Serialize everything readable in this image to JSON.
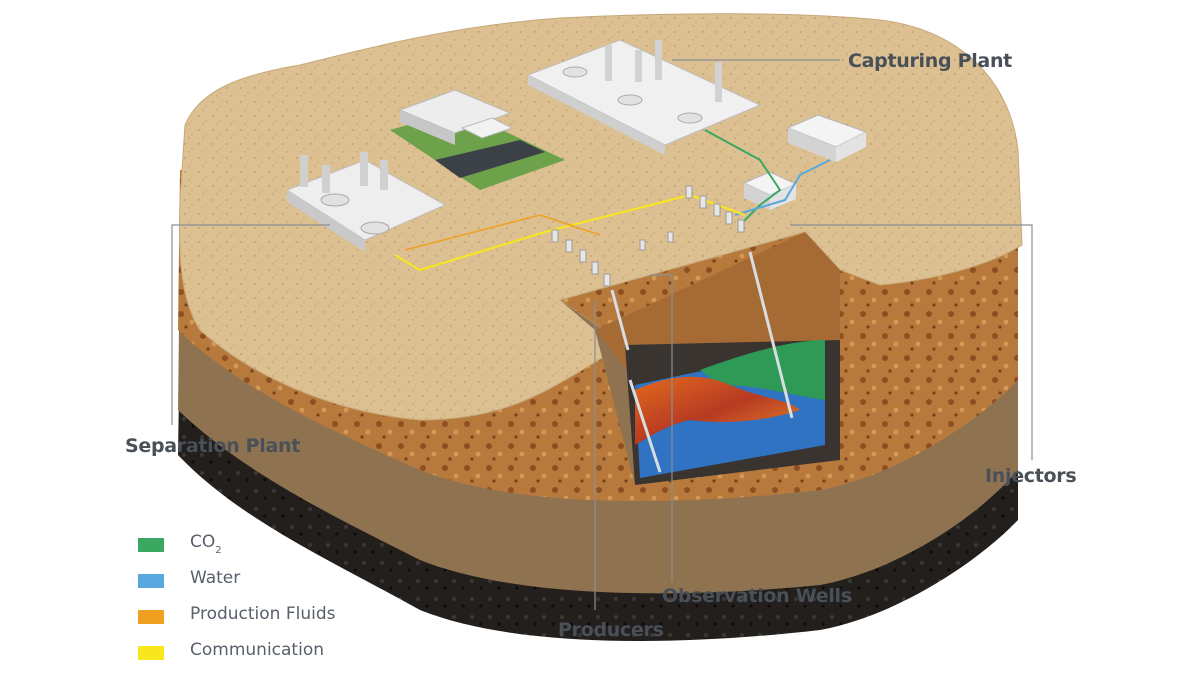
{
  "callouts": {
    "capturing_plant": "Capturing Plant",
    "separation_plant": "Separation Plant",
    "injectors": "Injectors",
    "observation_wells": "Observation Wells",
    "producers": "Producers"
  },
  "legend": [
    {
      "label": "CO",
      "sub": "2",
      "color": "#3aa860"
    },
    {
      "label": "Water",
      "sub": "",
      "color": "#58a8df"
    },
    {
      "label": "Production Fluids",
      "sub": "",
      "color": "#f0a020"
    },
    {
      "label": "Communication",
      "sub": "",
      "color": "#f8e71c"
    }
  ],
  "colors": {
    "surface": "#dcc091",
    "topsoil": "#b77a3c",
    "midlayer": "#8f7351",
    "bedrock": "#1f1d1b",
    "co2_plume": "#2e9a55",
    "water_zone": "#2f73c2",
    "oil_zone": "#c8581e",
    "callout_text": "#4a5058",
    "leader_line": "#8a8f96"
  }
}
